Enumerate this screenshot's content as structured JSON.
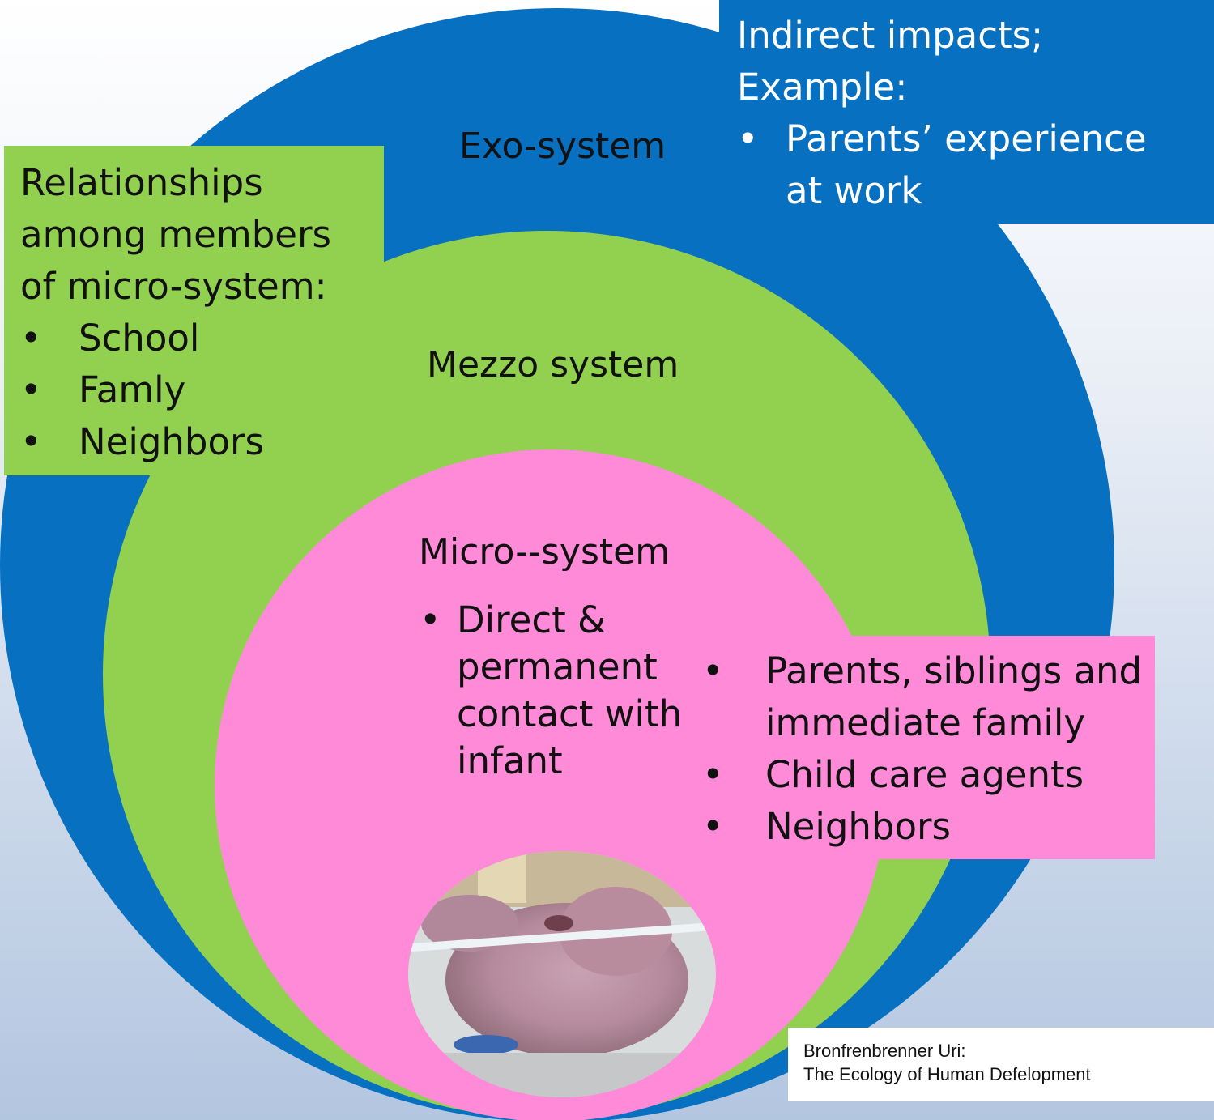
{
  "colors": {
    "exo": "#0770c0",
    "mezzo": "#92d050",
    "micro": "#fe8ad8",
    "background_top": "#ffffff",
    "background_bottom": "#b3c6e0"
  },
  "exo": {
    "circle_label": "Exo-system",
    "box_heading_1": "Indirect impacts;",
    "box_heading_2": "Example:",
    "bullet": "•",
    "items": [
      "Parents’ experience",
      "at work"
    ]
  },
  "mezzo": {
    "circle_label": "Mezzo system",
    "box_heading": [
      "Relationships",
      "among members",
      "of micro-system:"
    ],
    "bullet": "•",
    "items": [
      "School",
      "Famly",
      "Neighbors"
    ]
  },
  "micro": {
    "circle_label": "Micro--system",
    "bullet": "•",
    "inner_bullet": "Direct & permanent contact with infant",
    "items": [
      "Parents, siblings and",
      "immediate family",
      "Child care agents",
      "Neighbors"
    ]
  },
  "photo": {
    "description_icon": "infant-photo"
  },
  "citation": {
    "line1": "Bronfrenbrenner Uri:",
    "line2": "The Ecology of Human Defelopment"
  }
}
